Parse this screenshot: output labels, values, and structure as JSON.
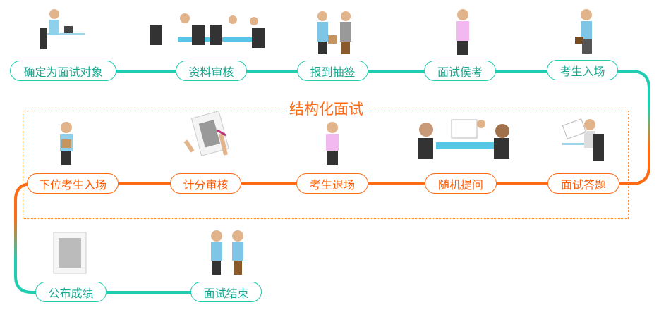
{
  "title": "结构化面试",
  "colors": {
    "teal": "#21cdb0",
    "orange": "#ff6a14"
  },
  "row1": [
    "确定为面试对象",
    "资料审核",
    "报到抽签",
    "面试侯考",
    "考生入场"
  ],
  "row2": [
    "下位考生入场",
    "计分审核",
    "考生退场",
    "随机提问",
    "面试答题"
  ],
  "row3": [
    "公布成绩",
    "面试结束"
  ]
}
